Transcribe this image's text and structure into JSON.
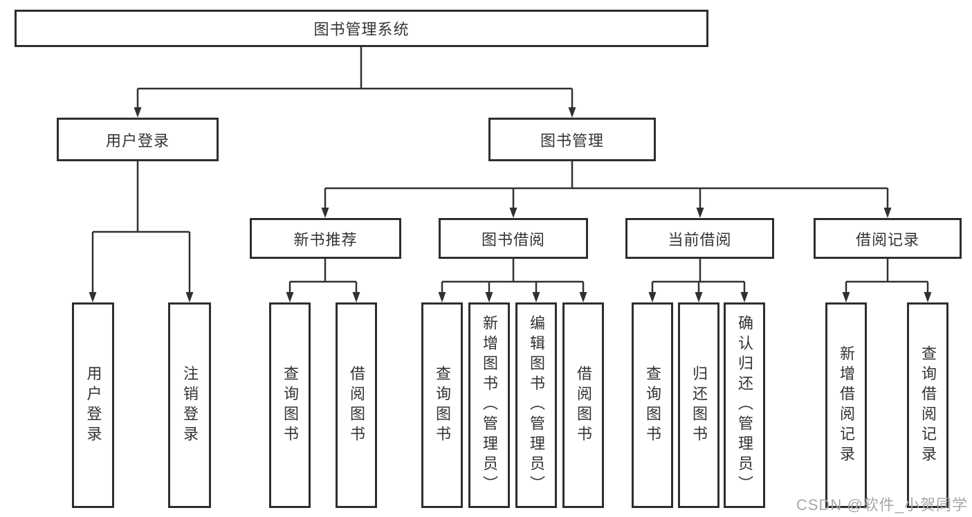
{
  "colors": {
    "background": "#ffffff",
    "line": "#303030",
    "box_border": "#2e2e2e",
    "box_fill": "#ffffff",
    "text": "#333333",
    "watermark": "#a8a8a8"
  },
  "watermark": {
    "text": "CSDN @软件_小贺同学"
  },
  "tree": {
    "root": {
      "label": "图书管理系统",
      "children": [
        {
          "label": "用户登录",
          "children": [
            {
              "label": "用户登录"
            },
            {
              "label": "注销登录"
            }
          ]
        },
        {
          "label": "图书管理",
          "children": [
            {
              "label": "新书推荐",
              "children": [
                {
                  "label": "查询图书"
                },
                {
                  "label": "借阅图书"
                }
              ]
            },
            {
              "label": "图书借阅",
              "children": [
                {
                  "label": "查询图书"
                },
                {
                  "label": "新增图书（管理员）"
                },
                {
                  "label": "编辑图书（管理员）"
                },
                {
                  "label": "借阅图书"
                }
              ]
            },
            {
              "label": "当前借阅",
              "children": [
                {
                  "label": "查询图书"
                },
                {
                  "label": "归还图书"
                },
                {
                  "label": "确认归还（管理员）"
                }
              ]
            },
            {
              "label": "借阅记录",
              "children": [
                {
                  "label": "新增借阅记录"
                },
                {
                  "label": "查询借阅记录"
                }
              ]
            }
          ]
        }
      ]
    }
  }
}
